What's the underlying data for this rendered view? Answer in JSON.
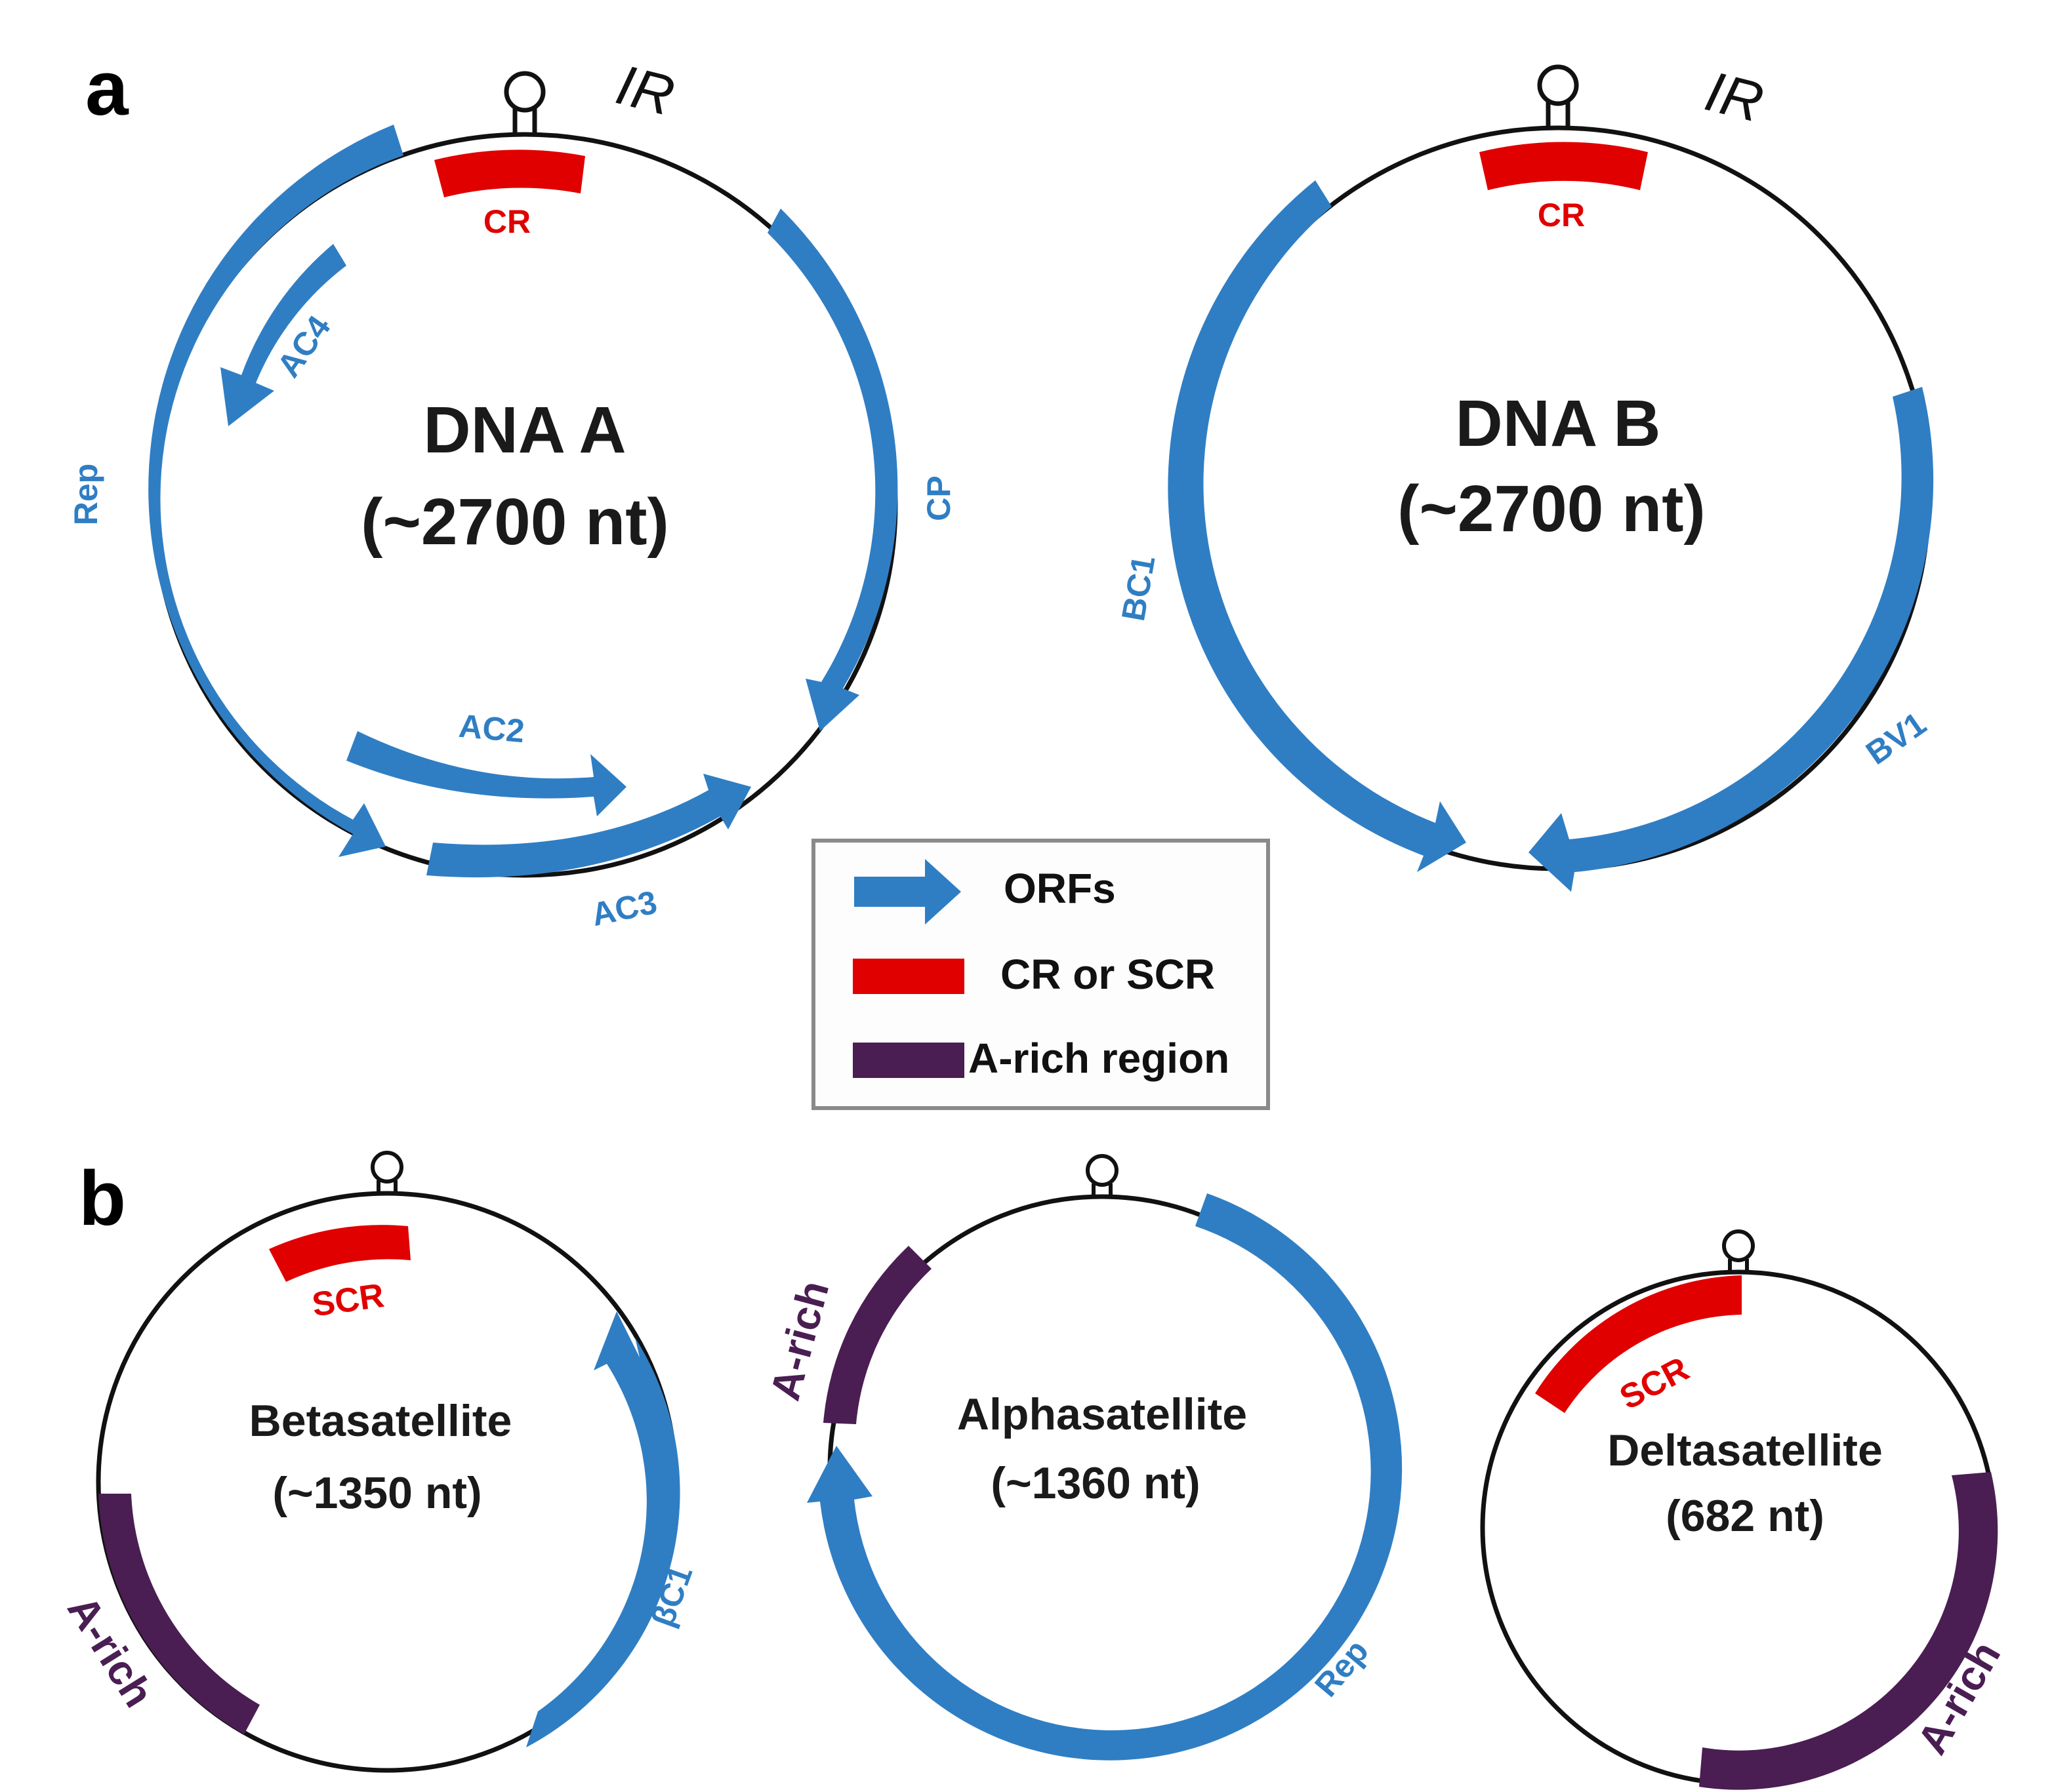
{
  "colors": {
    "orf": "#2f7ec4",
    "cr": "#e00000",
    "arich": "#4a1e52",
    "backbone": "#111111"
  },
  "panels": {
    "a": "a",
    "b": "b"
  },
  "dna_a": {
    "title": "DNA A",
    "size": "(~2700 nt)",
    "ir": "IR",
    "cr": "CR",
    "orfs": {
      "rep": "Rep",
      "ac4": "AC4",
      "cp": "CP",
      "ac2": "AC2",
      "ac3": "AC3"
    }
  },
  "dna_b": {
    "title": "DNA B",
    "size": "(~2700 nt)",
    "ir": "IR",
    "cr": "CR",
    "orfs": {
      "bc1": "BC1",
      "bv1": "BV1"
    }
  },
  "legend": {
    "orfs": "ORFs",
    "cr": "CR or SCR",
    "arich": "A-rich region"
  },
  "betasatellite": {
    "title": "Betasatellite",
    "size": "(~1350 nt)",
    "scr": "SCR",
    "arich": "A-rich",
    "orf": "βC1"
  },
  "alphasatellite": {
    "title": "Alphasatellite",
    "size": "(~1360 nt)",
    "arich": "A-rich",
    "orf": "Rep"
  },
  "deltasatellite": {
    "title": "Deltasatellite",
    "size": "(682 nt)",
    "scr": "SCR",
    "arich": "A-rich"
  }
}
